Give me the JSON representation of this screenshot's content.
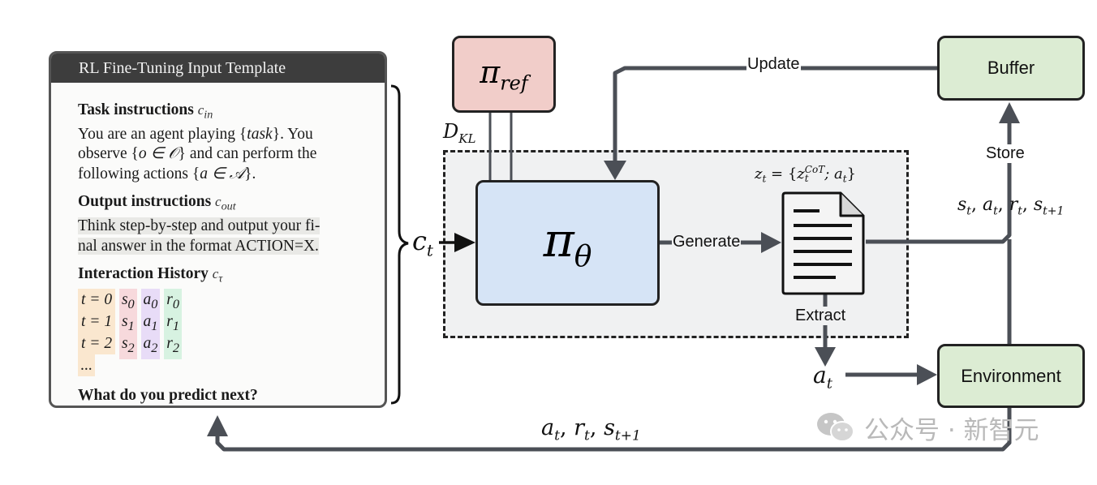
{
  "template": {
    "header": "RL Fine-Tuning Input Template",
    "task": {
      "title": "Task instructions",
      "symbol": "c",
      "symbol_sub": "in",
      "line1_a": "You are an agent playing {",
      "line1_task": "task",
      "line1_b": "}. You",
      "line2_a": "observe {",
      "line2_math": "o ∈ 𝒪",
      "line2_b": "} and can perform the",
      "line3_a": "following actions {",
      "line3_math": "a ∈ 𝒜",
      "line3_b": "}."
    },
    "output": {
      "title": "Output instructions",
      "symbol": "c",
      "symbol_sub": "out",
      "line1": "Think step-by-step and output your fi-",
      "line2": "nal answer in the format ACTION=X."
    },
    "history": {
      "title": "Interaction History",
      "symbol": "c",
      "symbol_sub": "τ",
      "rows": [
        {
          "t": "t = 0",
          "s": "s",
          "a": "a",
          "r": "r",
          "sub": "0"
        },
        {
          "t": "t = 1",
          "s": "s",
          "a": "a",
          "r": "r",
          "sub": "1"
        },
        {
          "t": "t = 2",
          "s": "s",
          "a": "a",
          "r": "r",
          "sub": "2"
        }
      ],
      "ellipsis": "..."
    },
    "question": "What do you predict next?"
  },
  "pi_ref": {
    "symbol": "π",
    "sub": "ref"
  },
  "pi_theta": {
    "symbol": "π",
    "sub": "θ"
  },
  "dkl": {
    "symbol": "D",
    "sub": "KL"
  },
  "ct": {
    "symbol": "c",
    "sub": "t"
  },
  "buffer_label": "Buffer",
  "environment_label": "Environment",
  "update_label": "Update",
  "generate_label": "Generate",
  "extract_label": "Extract",
  "store_label": "Store",
  "zt_formula": {
    "lhs": "z",
    "lhs_sub": "t",
    "eq": " = {",
    "z": "z",
    "z_sup": "CoT",
    "z_sub": "t",
    "rest": "; a",
    "rest_sub": "t",
    "close": "}"
  },
  "at_label": {
    "symbol": "a",
    "sub": "t"
  },
  "transition_right": {
    "s": "s",
    "s_sub": "t",
    "a": "a",
    "a_sub": "t",
    "r": "r",
    "r_sub": "t",
    "s2": "s",
    "s2_sub": "t+1"
  },
  "transition_bottom": {
    "a": "a",
    "a_sub": "t",
    "r": "r",
    "r_sub": "t",
    "s": "s",
    "s_sub": "t+1"
  },
  "watermark": "公众号 · 新智元",
  "watermark_icon": "wechat-icon"
}
